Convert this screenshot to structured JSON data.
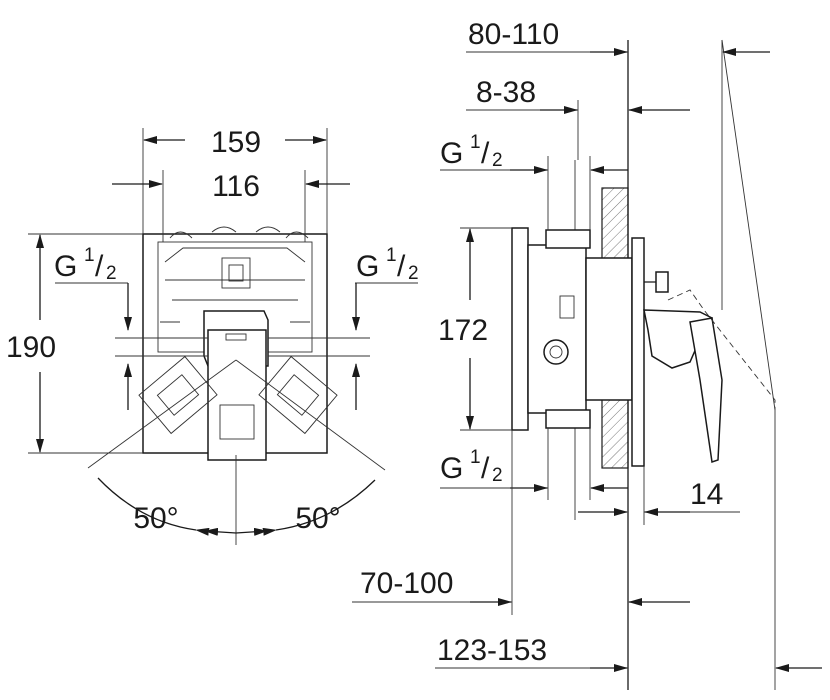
{
  "front_view": {
    "width_outer": "159",
    "width_inner": "116",
    "height": "190",
    "port_left": {
      "base": "G",
      "num": "1",
      "den": "2"
    },
    "port_right": {
      "base": "G",
      "num": "1",
      "den": "2"
    },
    "angle_left": "50°",
    "angle_right": "50°"
  },
  "side_view": {
    "dim_depth_total": "80-110",
    "dim_depth_inner": "8-38",
    "dim_height": "172",
    "dim_cover": "14",
    "dim_mid": "70-100",
    "dim_total": "123-153",
    "port_top": {
      "base": "G",
      "num": "1",
      "den": "2"
    },
    "port_bottom": {
      "base": "G",
      "num": "1",
      "den": "2"
    }
  }
}
